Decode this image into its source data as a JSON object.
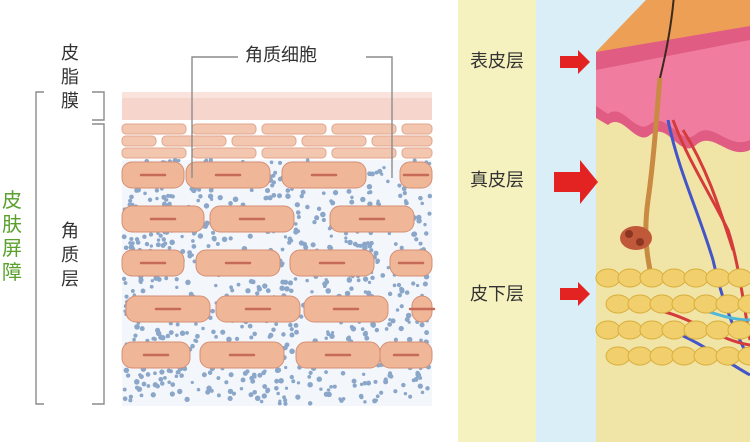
{
  "labels": {
    "sebum_film": "皮脂膜",
    "corneocytes": "角质细胞",
    "stratum_corneum": "角质层",
    "skin_barrier": "皮肤屏障",
    "epidermis": "表皮层",
    "dermis": "真皮层",
    "hypodermis": "皮下层"
  },
  "colors": {
    "barrier_green": "#5aa02c",
    "right_bg": "#f6f2bf",
    "sky_blue": "#cfe9f5",
    "arrow_red": "#e32222",
    "cell_fill": "#f0b698",
    "cell_stroke": "#d58f74",
    "dot_blue": "#8aa6c8"
  }
}
